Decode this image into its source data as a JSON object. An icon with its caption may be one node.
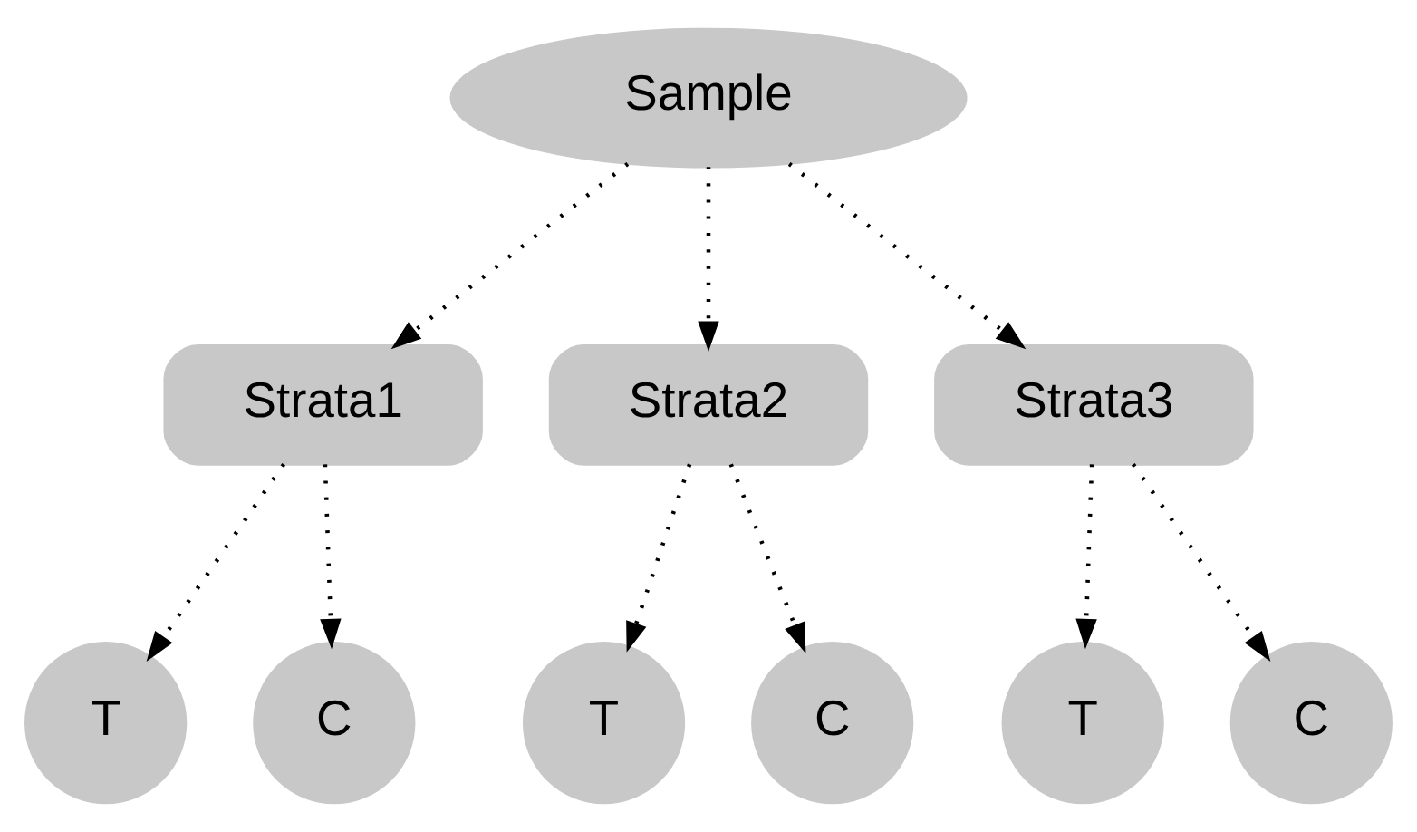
{
  "diagram": {
    "nodes": [
      {
        "text": [
          "Sample"
        ]
      },
      {
        "text": [
          "Strata1"
        ]
      },
      {
        "text": [
          "Strata2"
        ]
      },
      {
        "text": [
          "Strata3"
        ]
      },
      {
        "text": [
          "T"
        ]
      },
      {
        "text": [
          "C"
        ]
      },
      {
        "text": [
          "T"
        ]
      },
      {
        "text": [
          "C"
        ]
      },
      {
        "text": [
          "T"
        ]
      },
      {
        "text": [
          "C"
        ]
      }
    ],
    "edges": [
      {
        "from": 0,
        "to": 1,
        "arrow": "to",
        "style": "dashed"
      },
      {
        "from": 0,
        "to": 2,
        "arrow": "to",
        "style": "dashed"
      },
      {
        "from": 0,
        "to": 3,
        "arrow": "to",
        "style": "dashed"
      },
      {
        "from": 1,
        "to": 4,
        "arrow": "to",
        "style": "dashed"
      },
      {
        "from": 1,
        "to": 5,
        "arrow": "to",
        "style": "dashed"
      },
      {
        "from": 2,
        "to": 6,
        "arrow": "to",
        "style": "dashed"
      },
      {
        "from": 2,
        "to": 7,
        "arrow": "to",
        "style": "dashed"
      },
      {
        "from": 3,
        "to": 8,
        "arrow": "to",
        "style": "dashed"
      },
      {
        "from": 3,
        "to": 9,
        "arrow": "to",
        "style": "dashed"
      }
    ]
  }
}
